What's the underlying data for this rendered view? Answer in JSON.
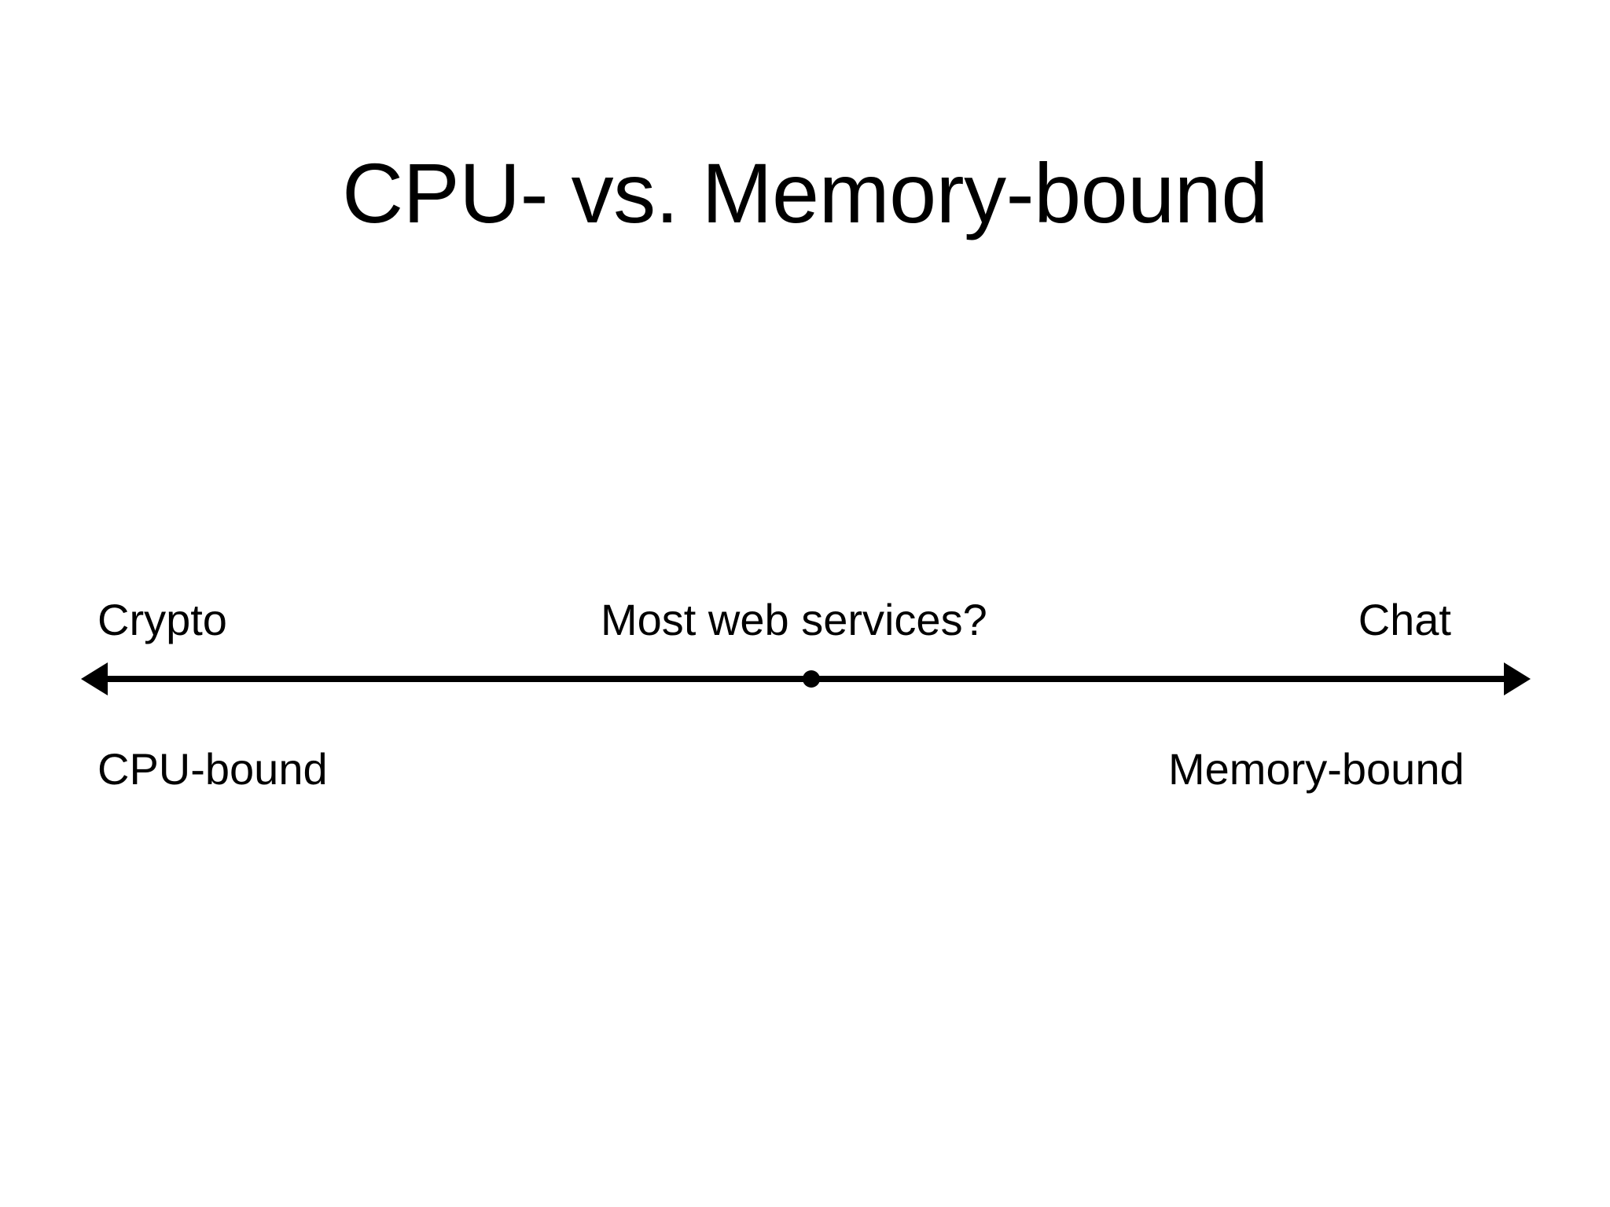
{
  "slide": {
    "title": "CPU- vs. Memory-bound",
    "background_color": "#ffffff",
    "ink_color": "#000000"
  },
  "diagram": {
    "type": "double-headed-axis",
    "left_end_label": "CPU-bound",
    "right_end_label": "Memory-bound",
    "left_example": "Crypto",
    "right_example": "Chat",
    "midpoint_marker_label": "Most web services?"
  },
  "chart_data": {
    "type": "scatter",
    "title": "CPU- vs. Memory-bound",
    "xlabel": "",
    "ylabel": "",
    "axis_orientation": "horizontal",
    "axis_arrows": "both",
    "grid": false,
    "legend_position": "none",
    "xlim": [
      0,
      1
    ],
    "axis_endpoint_labels": [
      "CPU-bound",
      "Memory-bound"
    ],
    "categories": [
      "Crypto",
      "Most web services?",
      "Chat"
    ],
    "x": [
      0.0,
      0.5,
      1.0
    ],
    "annotations": [
      {
        "text": "Crypto",
        "x": 0.0,
        "position": "above-left",
        "marker": false
      },
      {
        "text": "Most web services?",
        "x": 0.5,
        "position": "above-center",
        "marker": true
      },
      {
        "text": "Chat",
        "x": 1.0,
        "position": "above-right",
        "marker": false
      },
      {
        "text": "CPU-bound",
        "x": 0.0,
        "position": "below-left",
        "marker": false
      },
      {
        "text": "Memory-bound",
        "x": 1.0,
        "position": "below-right",
        "marker": false
      }
    ]
  }
}
